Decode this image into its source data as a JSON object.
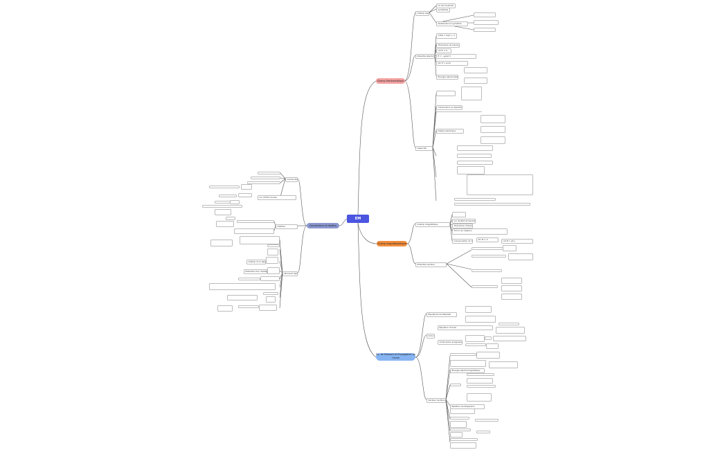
{
  "root": {
    "title": "EM"
  },
  "colors": {
    "root": "#4b55e0",
    "electrostatique": "#f2a0a0",
    "magnetostatique": "#f08c3c",
    "maxwell": "#86b4f2",
    "conducteurs": "#8a97d0",
    "line": "#555555"
  },
  "branches": {
    "electrostatique": "Champ électrostatique",
    "magnetostatique": "Champ magnétostatique",
    "maxwell": "Éq. de Maxwell et Propagation de l'onde",
    "conducteurs": "Conducteurs et dipôles"
  },
  "nodes": {
    "es_champ": "Champ électrique",
    "es_loi": "loi de Coulomb",
    "es_sym": "symétries",
    "es_symdist": "distribution à symétrie",
    "es_pot": "Potentiel électrique",
    "es_potform": "V(M) = kq/r + C",
    "es_rot": "rot E = 0",
    "es_grad": "E = −grad V",
    "es_gauss": "Théorème de Gauss",
    "es_div": "div E = ρ/ε0",
    "es_energie": "Énergie électrostatique",
    "es_cap": "Capacité",
    "es_cond": "Conducteur en équilibre",
    "es_dip": "Dipôle électrique",
    "ms_champ": "Champ magnétique",
    "ms_biot": "Loi de Biot et Savart",
    "ms_amp": "Théorème d'Ampère",
    "ms_force": "Force de Laplace",
    "ms_flux": "Conservation du flux",
    "ms_div": "div B = 0",
    "ms_rot": "rot B = μ0 j",
    "ms_pot": "Potentiel vecteur",
    "mx_eq": "Équations de Maxwell",
    "mx_induct": "Induction",
    "mx_onde": "Équation d'onde",
    "mx_opp": "Onde plane progressive",
    "mx_poynting": "Vecteur de Poynting",
    "mx_energie": "Énergie électromagnétique",
    "mx_rel": "Relation de dispersion",
    "cd_cond": "Conducteurs",
    "cd_ohm": "Loi d'Ohm locale",
    "cd_dip": "Dipôles",
    "cd_moment": "Moment dipolaire",
    "cd_champ": "Champ d'un dipôle",
    "cd_pot": "Potentiel d'un dipôle"
  }
}
